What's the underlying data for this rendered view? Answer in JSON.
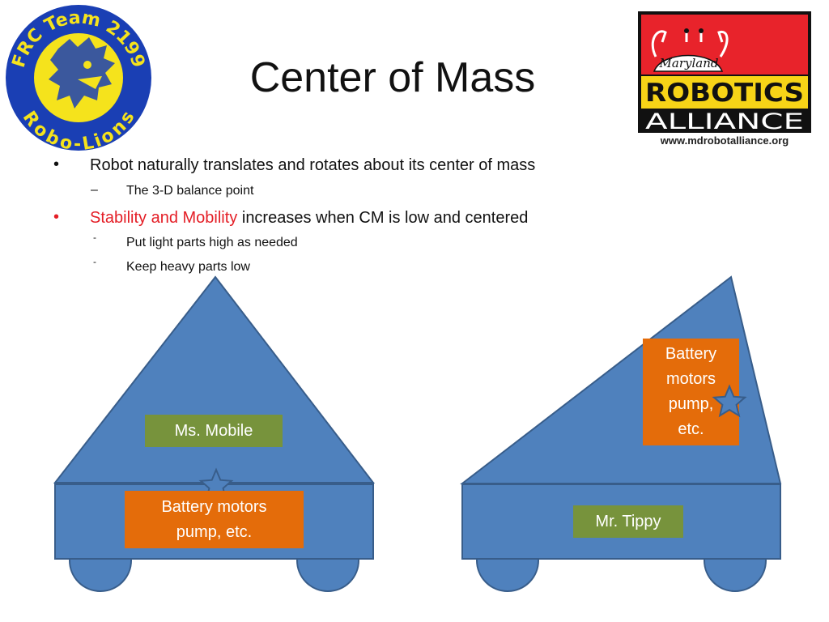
{
  "slide": {
    "title": "Center of Mass"
  },
  "bullets": {
    "item1": "Robot naturally translates and rotates about its center of mass",
    "item1_sub": "The 3-D balance point",
    "item2_highlight": "Stability and Mobility",
    "item2_rest": " increases when CM is low and centered",
    "item2_sub1": "Put light parts high as needed",
    "item2_sub2": "Keep heavy parts low",
    "markers": {
      "bullet": "•",
      "dash": "–",
      "tick": "-"
    }
  },
  "diagram": {
    "left_robot": {
      "name_label": "Ms. Mobile",
      "parts_label_line1": "Battery motors",
      "parts_label_line2": "pump, etc."
    },
    "right_robot": {
      "name_label": "Mr. Tippy",
      "parts_label_line1": "Battery",
      "parts_label_line2": "motors",
      "parts_label_line3": "pump,",
      "parts_label_line4": "etc."
    }
  },
  "logos": {
    "frc": {
      "text_top": "FRC Team 2199",
      "text_bottom": "Robo-Lions"
    },
    "alliance": {
      "line1": "Maryland",
      "line2": "ROBOTICS",
      "line3": "ALLIANCE",
      "url": "www.mdrobotalliance.org"
    }
  },
  "colors": {
    "shape_fill": "#4f81bd",
    "shape_stroke": "#385d8a",
    "name_label_bg": "#77933c",
    "parts_label_bg": "#e46c0a",
    "highlight_text": "#e41e26",
    "frc_blue": "#1a3fb4",
    "frc_yellow": "#f5e31c",
    "alliance_red": "#e8232b",
    "alliance_yellow": "#f7d417"
  }
}
